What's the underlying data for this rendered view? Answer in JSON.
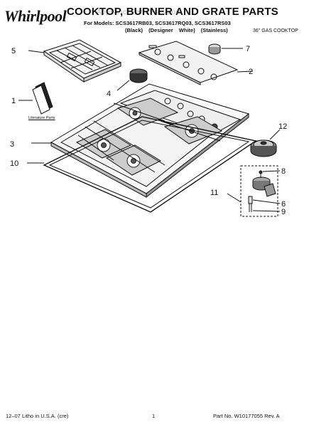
{
  "header": {
    "brand": "Whirlpool",
    "title": "COOKTOP, BURNER AND GRATE PARTS",
    "models_line": "For Models: SCS3617RB03, SCS3617RQ03, SCS3617RS03",
    "variants": [
      "(Black)",
      "(Designer White)",
      "(Stainless)"
    ],
    "product": "36\" GAS COOKTOP",
    "watermark": "AppliancePartsPros.com"
  },
  "diagram": {
    "literature_label": "Literature Parts",
    "callouts": [
      "1",
      "2",
      "3",
      "4",
      "5",
      "6",
      "7",
      "8",
      "9",
      "10",
      "11",
      "12"
    ]
  },
  "footer": {
    "left": "12–07 Litho in U.S.A. (cre)",
    "page": "1",
    "part_number": "Part No. W10177055 Rev. A"
  }
}
